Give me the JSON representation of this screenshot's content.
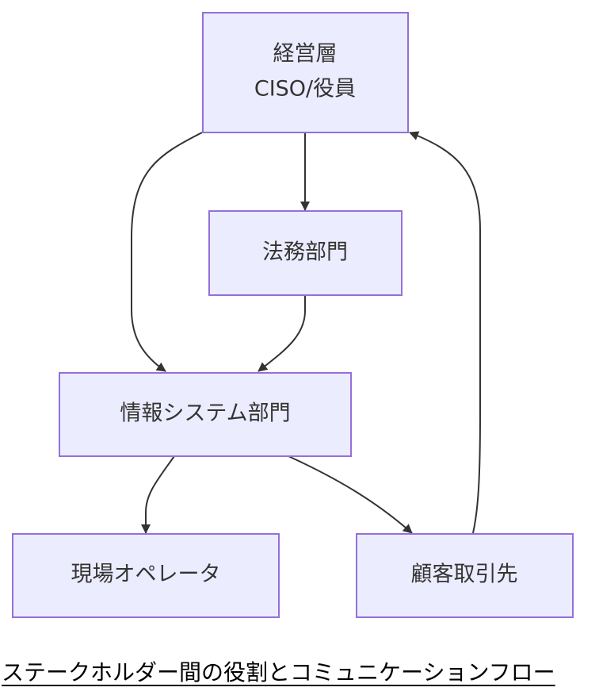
{
  "nodes": {
    "executive": {
      "line1": "経営層",
      "line2": "CISO/役員"
    },
    "legal": {
      "label": "法務部門"
    },
    "it": {
      "label": "情報システム部門"
    },
    "operator": {
      "label": "現場オペレータ"
    },
    "client": {
      "label": "顧客取引先"
    }
  },
  "edges": [
    {
      "from": "経営層",
      "to": "法務部門"
    },
    {
      "from": "経営層",
      "to": "情報システム部門"
    },
    {
      "from": "法務部門",
      "to": "情報システム部門"
    },
    {
      "from": "情報システム部門",
      "to": "現場オペレータ"
    },
    {
      "from": "情報システム部門",
      "to": "顧客取引先"
    },
    {
      "from": "顧客取引先",
      "to": "経営層"
    }
  ],
  "caption": "ステークホルダー間の役割とコミュニケーションフロー",
  "colors": {
    "node_fill": "#ececff",
    "node_stroke": "#9370db",
    "edge": "#333333"
  }
}
